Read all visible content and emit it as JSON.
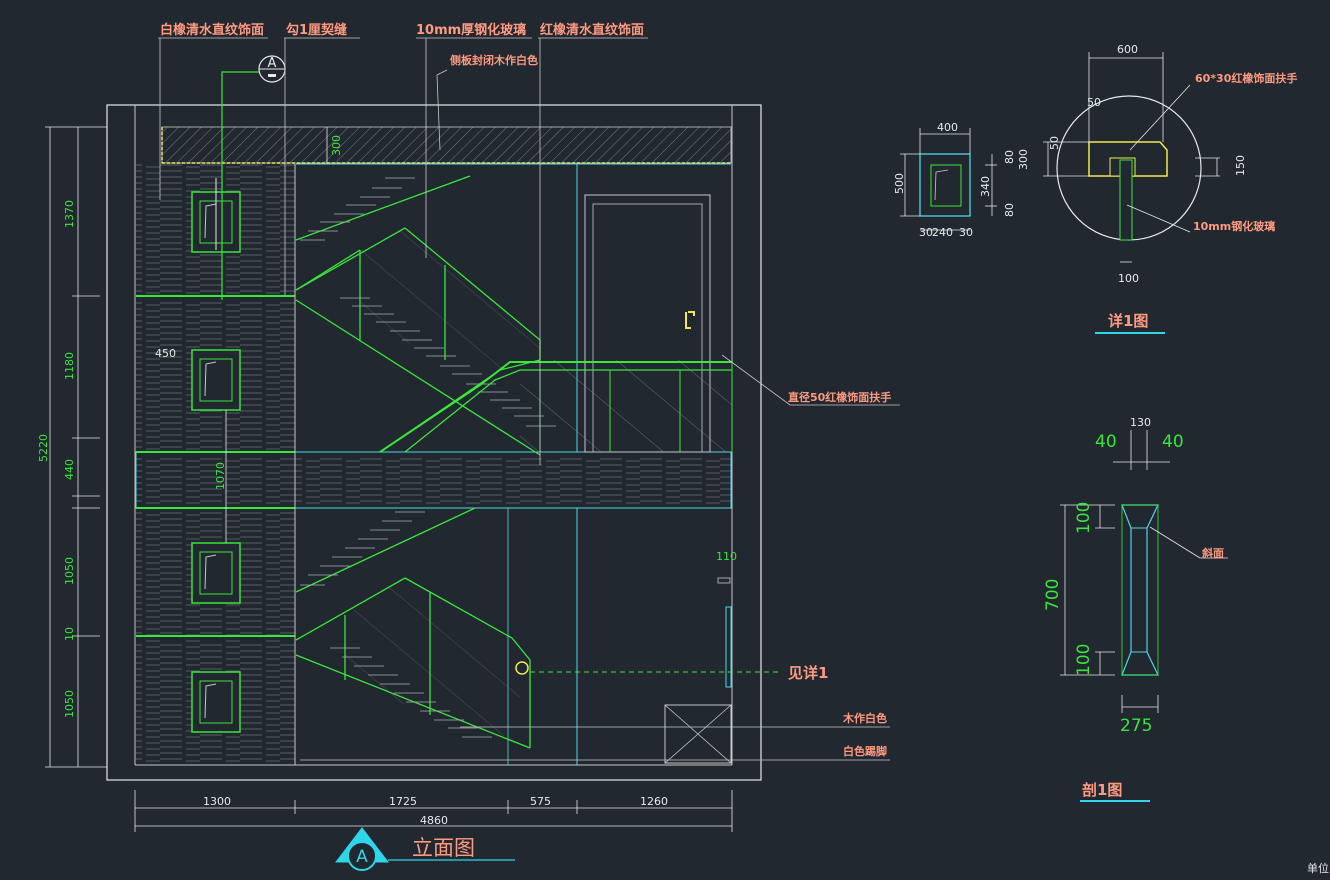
{
  "elevation": {
    "title": "立面图",
    "section_marker_top": "A",
    "section_marker_bottom": "A",
    "labels": {
      "white_oak_panel": "白橡清水直纹饰面",
      "groove": "勾1厘契缝",
      "tempered_glass": "10mm厚钢化玻璃",
      "red_oak_panel": "红橡清水直纹饰面",
      "side_panel": "侧板封闭木作白色",
      "handrail": "直径50红橡饰面扶手",
      "see_detail": "见详1",
      "wood_white": "木作白色",
      "white_skirting": "白色踢脚"
    },
    "vertical_dims": [
      "1370",
      "1180",
      "440",
      "1050",
      "10",
      "1050"
    ],
    "total_height": "5220",
    "inner_dims": {
      "ceiling": "300",
      "shelf": "450",
      "gap": "1070",
      "door_offset": "110"
    },
    "horizontal_dims": [
      "1300",
      "1725",
      "575",
      "1260"
    ],
    "total_width": "4860"
  },
  "detail1": {
    "title": "详1图",
    "niche": {
      "width": "400",
      "height": "500",
      "inner_h": "340",
      "top": "80",
      "bottom": "80",
      "widths": "30|240|30"
    },
    "handrail": {
      "label": "60*30红橡饰面扶手",
      "glass_label": "10mm钢化玻璃",
      "w600": "600",
      "w50": "50",
      "h50": "50",
      "h300": "300",
      "h150": "150",
      "w100": "100"
    }
  },
  "section1": {
    "title": "剖1图",
    "top_width": "130",
    "left_40": "40",
    "right_40": "40",
    "dim_100_top": "100",
    "dim_700": "700",
    "dim_100_bottom": "100",
    "bottom_width": "275",
    "bevel_label": "斜面"
  },
  "corner_label": "单位",
  "colors": {
    "background": "#212830",
    "green": "#39e63a",
    "cyan": "#4fd6e8",
    "label": "#ff9a80",
    "yellow": "#f2e94e",
    "grey": "#c8c8c8"
  }
}
